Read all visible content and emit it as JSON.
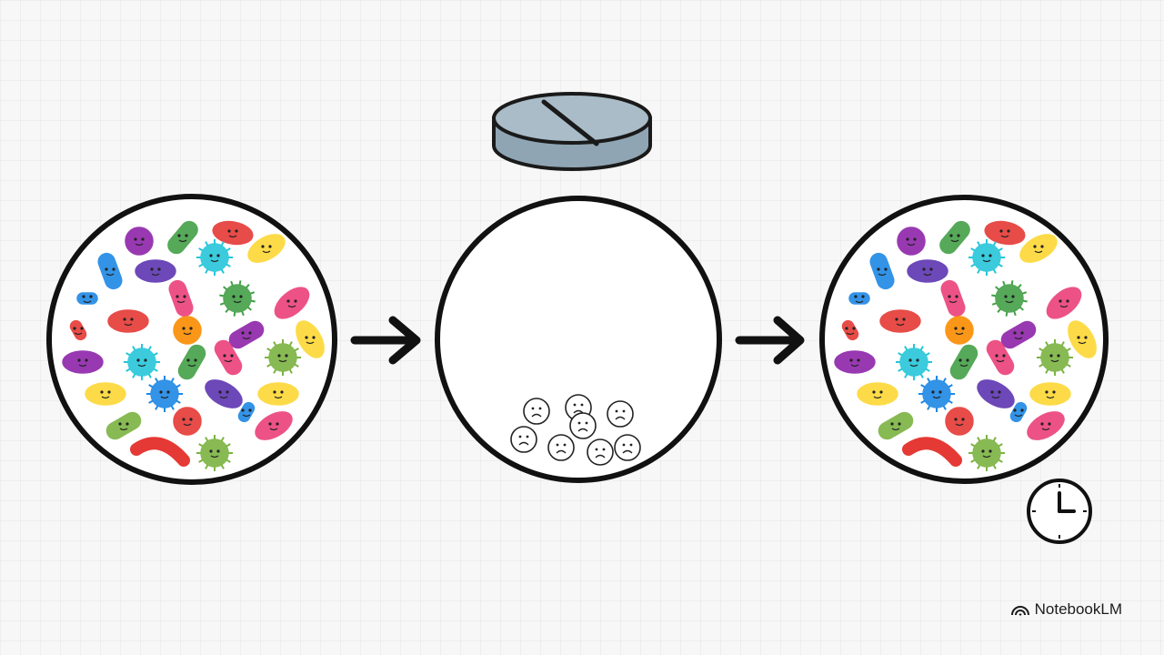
{
  "diagram": {
    "panels": [
      {
        "id": "before",
        "content": "colorful-bacteria"
      },
      {
        "id": "after-antibiotic",
        "content": "few-sad-bacteria"
      },
      {
        "id": "recovered",
        "content": "colorful-bacteria"
      }
    ],
    "treatment_icon": "pill-icon",
    "time_icon": "clock-icon",
    "arrows": [
      "arrow-right-icon",
      "arrow-right-icon"
    ],
    "palette": [
      "#e53935",
      "#43a047",
      "#1e88e5",
      "#8e24aa",
      "#fdd835",
      "#fb8c00",
      "#ec407a",
      "#26c6da",
      "#7cb342",
      "#5e35b1"
    ]
  },
  "brand": {
    "name": "NotebookLM"
  }
}
